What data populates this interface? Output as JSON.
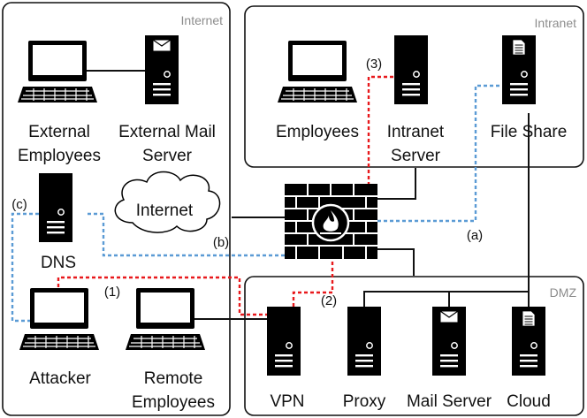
{
  "zones": {
    "internet": "Internet",
    "intranet": "Intranet",
    "dmz": "DMZ"
  },
  "cloud_label": "Internet",
  "nodes": {
    "external_employees": [
      "External",
      "Employees"
    ],
    "external_mail_server": [
      "External Mail",
      "Server"
    ],
    "dns": [
      "DNS"
    ],
    "attacker": [
      "Attacker"
    ],
    "remote_employees": [
      "Remote",
      "Employees"
    ],
    "employees": [
      "Employees"
    ],
    "intranet_server": [
      "Intranet",
      "Server"
    ],
    "file_share": [
      "File Share"
    ],
    "vpn": [
      "VPN"
    ],
    "proxy": [
      "Proxy"
    ],
    "mail_server": [
      "Mail Server"
    ],
    "cloud": [
      "Cloud"
    ]
  },
  "connection_labels": {
    "a": "(a)",
    "b": "(b)",
    "c": "(c)",
    "step1": "(1)",
    "step2": "(2)",
    "step3": "(3)"
  },
  "colors": {
    "attack_path": "#e8191c",
    "blue_path": "#5b9bd5",
    "line": "#111111",
    "zone_border": "#111111",
    "zone_label": "#8c8c8c"
  },
  "icons": {
    "firewall": "firewall-icon",
    "computer": "computer-icon",
    "server": "server-icon",
    "mail_server": "mail-server-icon",
    "document_server": "document-server-icon",
    "cloud": "cloud-icon"
  }
}
